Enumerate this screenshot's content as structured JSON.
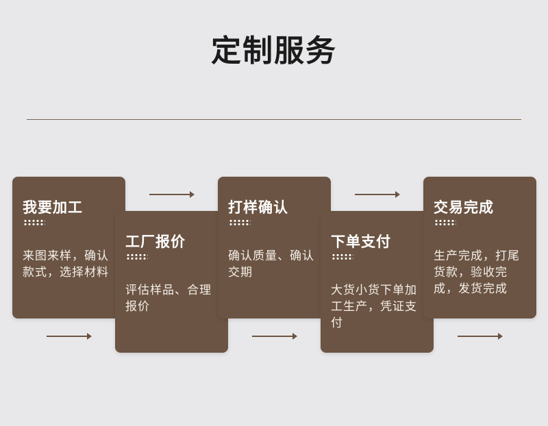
{
  "title": "定制服务",
  "steps": [
    {
      "title": "我要加工",
      "desc": "来图来样，确认款式，选择材料"
    },
    {
      "title": "工厂报价",
      "desc": "评估样品、合理报价"
    },
    {
      "title": "打样确认",
      "desc": "确认质量、确认交期"
    },
    {
      "title": "下单支付",
      "desc": "大货小货下单加工生产，凭证支付"
    },
    {
      "title": "交易完成",
      "desc": "生产完成，打尾货款，验收完成，发货完成"
    }
  ],
  "colors": {
    "background": "#e8e8ea",
    "card": "#6b5443",
    "divider": "#7a6552",
    "title": "#1b1b1b"
  },
  "icons": {
    "connector": "right-arrow-icon",
    "decoration": "dot-grid-icon"
  }
}
